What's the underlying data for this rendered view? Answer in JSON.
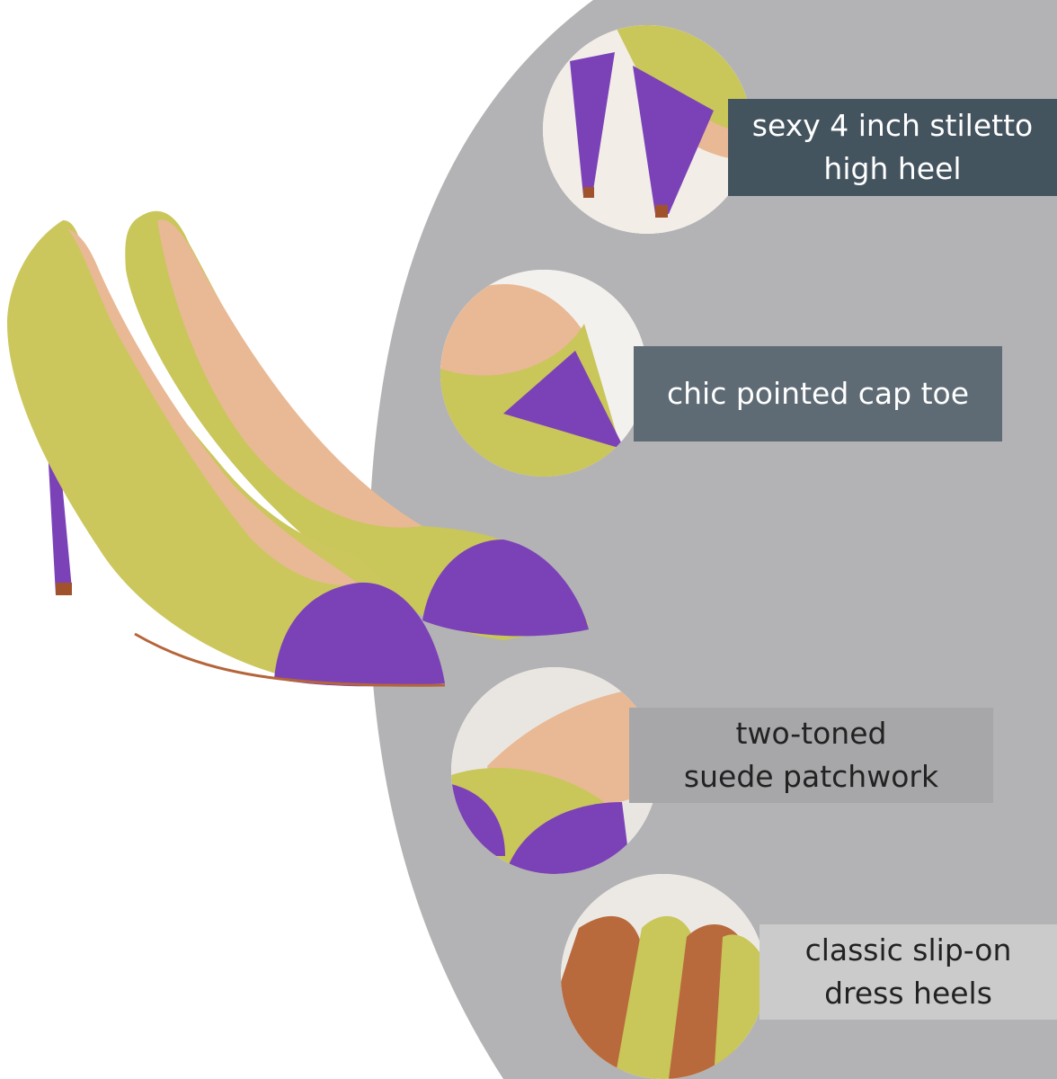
{
  "colors": {
    "panel_gray": "#b3b3b5",
    "suede_yellow": "#c9c65a",
    "suede_purple": "#7b42b8",
    "lining_tan": "#e8b994"
  },
  "features": [
    {
      "text": "sexy 4 inch stiletto\nhigh heel",
      "bg": "#44545f",
      "color": "#ffffff",
      "thumb": "stiletto-heel-closeup"
    },
    {
      "text": "chic pointed cap toe",
      "bg": "#5e6b74",
      "color": "#ffffff",
      "thumb": "cap-toe-closeup"
    },
    {
      "text": "two-toned\nsuede patchwork",
      "bg": "#a7a7a9",
      "color": "#222222",
      "thumb": "suede-patchwork-closeup"
    },
    {
      "text": "classic slip-on\ndress heels",
      "bg": "#cbcbcb",
      "color": "#222222",
      "thumb": "slip-on-closeup"
    }
  ]
}
